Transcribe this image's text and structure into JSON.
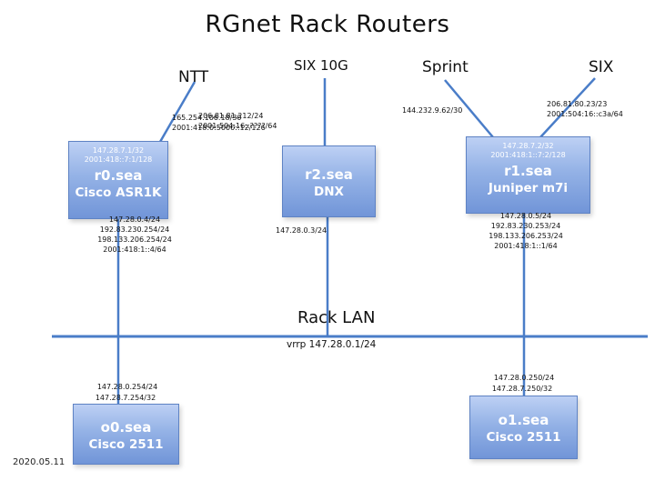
{
  "title": "RGnet Rack Routers",
  "date": "2020.05.11",
  "uplinks": {
    "ntt": {
      "label": "NTT",
      "ip1": "165.254.106.18/30",
      "ip2": "2001:418:0:5000::12/126"
    },
    "six10g": {
      "label": "SIX 10G",
      "ip1": "206.81.81.212/24",
      "ip2": "2001:504:16::????/64"
    },
    "sprint": {
      "label": "Sprint",
      "ip1": "144.232.9.62/30"
    },
    "six": {
      "label": "SIX",
      "ip1": "206.81.80.23/23",
      "ip2": "2001:504:16::c3a/64"
    }
  },
  "routers": {
    "r0": {
      "name": "r0.sea",
      "model": "Cisco ASR1K",
      "loop1": "147.28.7.1/32",
      "loop2": "2001:418::7:1/128",
      "lan1": "147.28.0.4/24",
      "lan2": "192.83.230.254/24",
      "lan3": "198.133.206.254/24",
      "lan4": "2001:418:1::4/64"
    },
    "r2": {
      "name": "r2.sea",
      "model": "DNX",
      "lan1": "147.28.0.3/24"
    },
    "r1": {
      "name": "r1.sea",
      "model": "Juniper m7i",
      "loop1": "147.28.7.2/32",
      "loop2": "2001:418:1::7:2/128",
      "lan1": "147.28.0.5/24",
      "lan2": "192.83.230.253/24",
      "lan3": "198.133.206.253/24",
      "lan4": "2001:418:1::1/64"
    }
  },
  "lan": {
    "label": "Rack LAN",
    "vrrp": "vrrp 147.28.0.1/24"
  },
  "consoles": {
    "o0": {
      "name": "o0.sea",
      "model": "Cisco 2511",
      "lan_ip": "147.28.0.254/24",
      "loopback": "147.28.7.254/32"
    },
    "o1": {
      "name": "o1.sea",
      "model": "Cisco 2511",
      "lan_ip": "147.28.0.250/24",
      "loopback": "147.28.7.250/32"
    }
  },
  "colors": {
    "link": "#4a7dc8",
    "box_top": "#bdd0f4",
    "box_bottom": "#7195d8"
  }
}
